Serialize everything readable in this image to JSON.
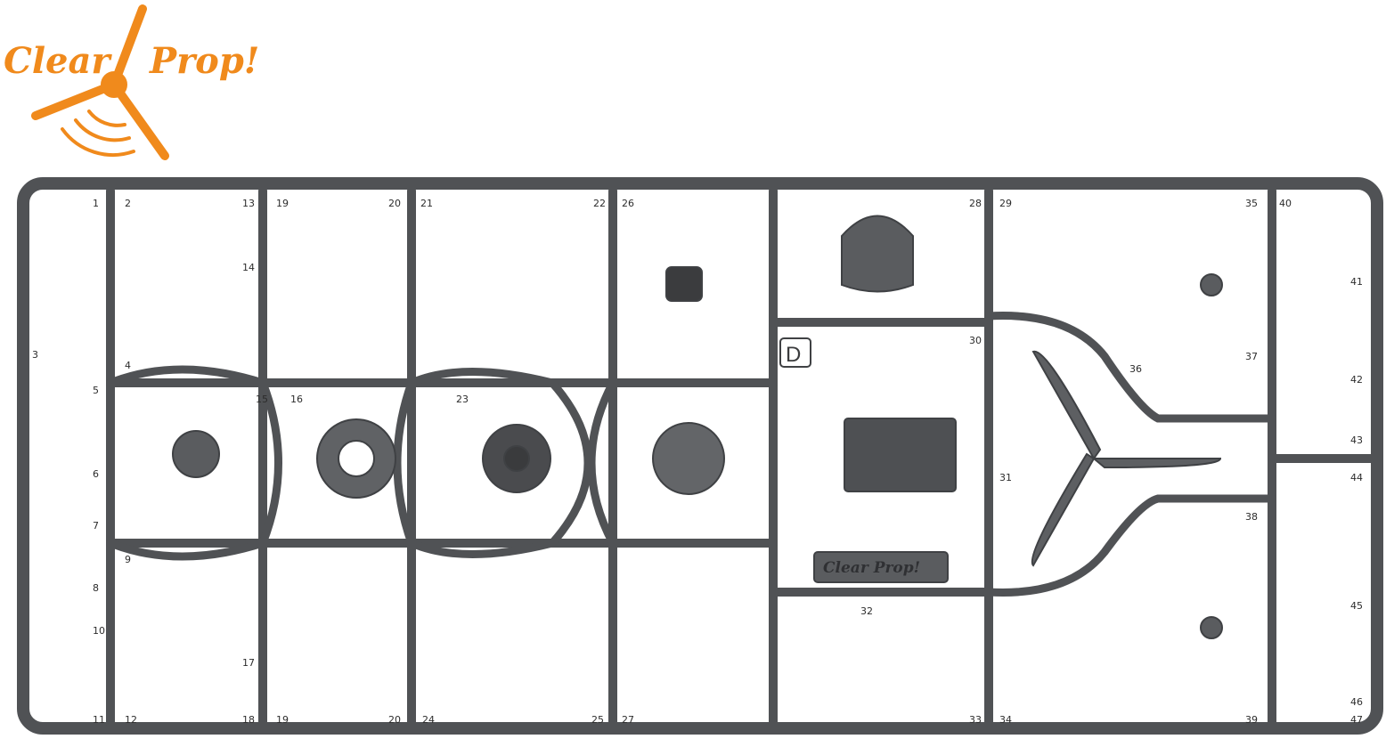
{
  "logo": {
    "word1": "Clear",
    "word2": "Prop!",
    "color": "#f08a1c"
  },
  "sprue": {
    "plastic_color": "#5a5c5f",
    "frame_color": "#505255",
    "sprue_letter": "D",
    "brand_tab": "Clear Prop!",
    "part_numbers": [
      "1",
      "2",
      "3",
      "4",
      "5",
      "6",
      "7",
      "8",
      "9",
      "10",
      "11",
      "12",
      "13",
      "14",
      "15",
      "16",
      "17",
      "18",
      "19",
      "19",
      "20",
      "20",
      "21",
      "22",
      "23",
      "24",
      "25",
      "26",
      "27",
      "28",
      "29",
      "30",
      "31",
      "32",
      "33",
      "34",
      "35",
      "36",
      "37",
      "38",
      "39",
      "40",
      "41",
      "42",
      "43",
      "44",
      "45",
      "46",
      "47"
    ]
  }
}
